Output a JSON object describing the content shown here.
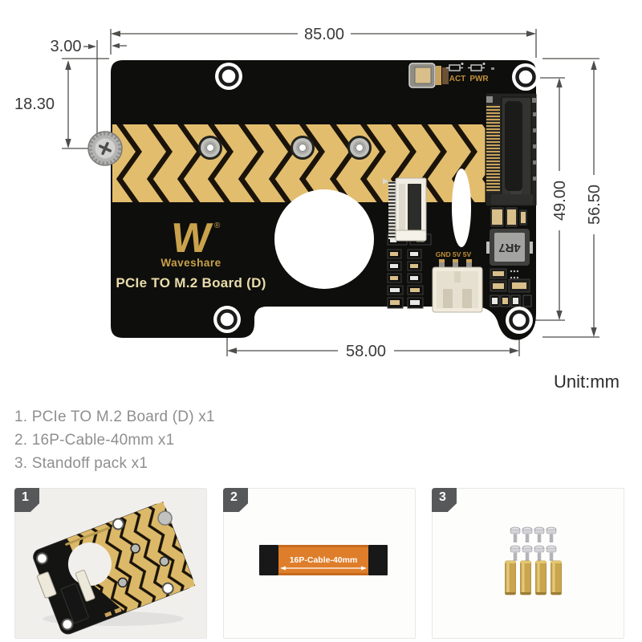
{
  "diagram": {
    "unit": "Unit:mm",
    "dims": {
      "total_width": "85.00",
      "left_offset": "3.00",
      "screw_from_top": "18.30",
      "hole_spacing_vertical": "49.00",
      "total_height": "56.50",
      "hole_spacing_horizontal": "58.00"
    },
    "board": {
      "logo_mark": "W",
      "reg": "®",
      "brand": "Waveshare",
      "title": "PCIe TO M.2 Board (D)",
      "leds": [
        "ACT",
        "PWR"
      ],
      "inductor": "4R7",
      "power_header": "GND 5V 5V"
    }
  },
  "packing_list": {
    "items": [
      "1. PCIe TO M.2 Board (D) x1",
      "2. 16P-Cable-40mm x1",
      "3. Standoff pack x1"
    ]
  },
  "cards": [
    {
      "number": "1"
    },
    {
      "number": "2",
      "cable_label": "16P-Cable-40mm"
    },
    {
      "number": "3"
    }
  ],
  "colors": {
    "board_black": "#0e0e0c",
    "copper_gold": "#e2bd6e",
    "silk_gold": "#c9a24b",
    "dimension_line": "#4e4e4c",
    "list_text_gray": "#8f8f8f",
    "cable_orange": "#df7e2a",
    "badge_gray": "#57585a"
  }
}
